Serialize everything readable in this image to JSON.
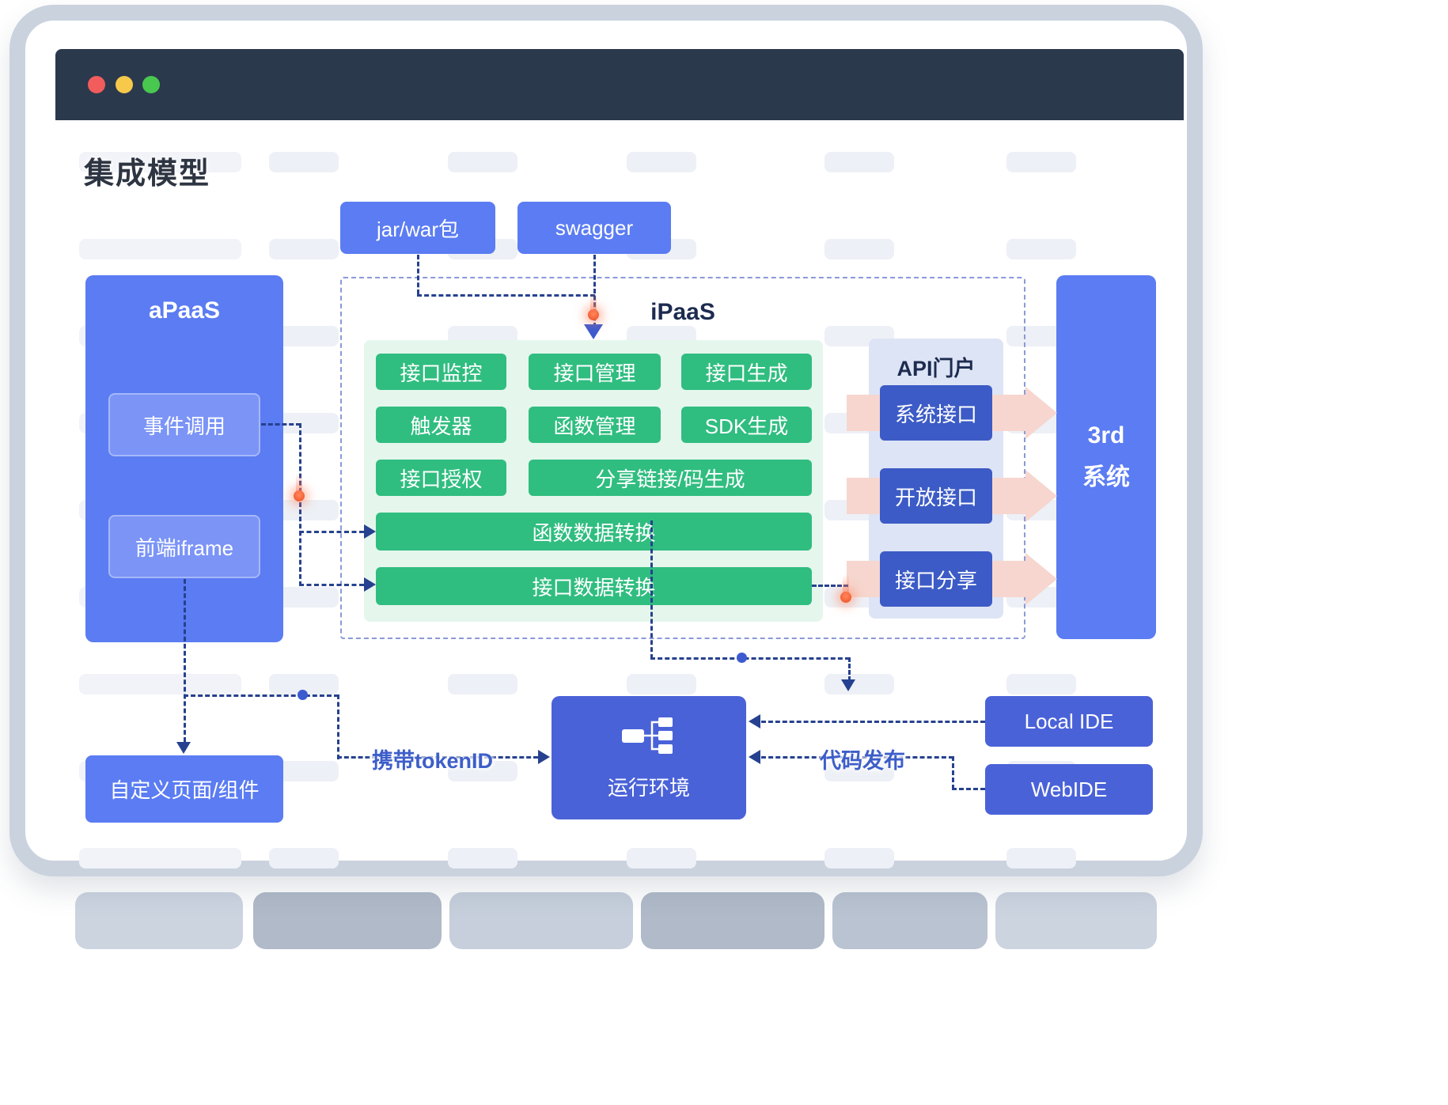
{
  "window": {
    "title": "集成模型"
  },
  "nodes": {
    "jar_war": "jar/war包",
    "swagger": "swagger",
    "apaas": {
      "title": "aPaaS",
      "items": [
        "事件调用",
        "前端iframe"
      ]
    },
    "ipaas": {
      "title": "iPaaS",
      "features": [
        "接口监控",
        "接口管理",
        "接口生成",
        "触发器",
        "函数管理",
        "SDK生成",
        "接口授权",
        "分享链接/码生成",
        "函数数据转换",
        "接口数据转换"
      ]
    },
    "api_portal": {
      "title": "API门户",
      "items": [
        "系统接口",
        "开放接口",
        "接口分享"
      ]
    },
    "third_system": {
      "line1": "3rd",
      "line2": "系统"
    },
    "custom_page": "自定义页面/组件",
    "runtime": "运行环境",
    "local_ide": "Local IDE",
    "web_ide": "WebIDE"
  },
  "edge_labels": {
    "token": "携带tokenID",
    "deploy": "代码发布"
  },
  "colors": {
    "primary_blue": "#5b7cf2",
    "deep_blue": "#4a62d8",
    "portal_button_blue": "#3c5bc6",
    "green": "#30bd80",
    "green_panel": "#e5f6ed",
    "portal_panel": "#dde4f5",
    "pink_arrow": "#f6d6ce",
    "connector_navy": "#26418f",
    "titlebar": "#2b394d",
    "traffic_red": "#f25c5c",
    "traffic_yellow": "#f7c94b",
    "traffic_green": "#49c84f"
  }
}
